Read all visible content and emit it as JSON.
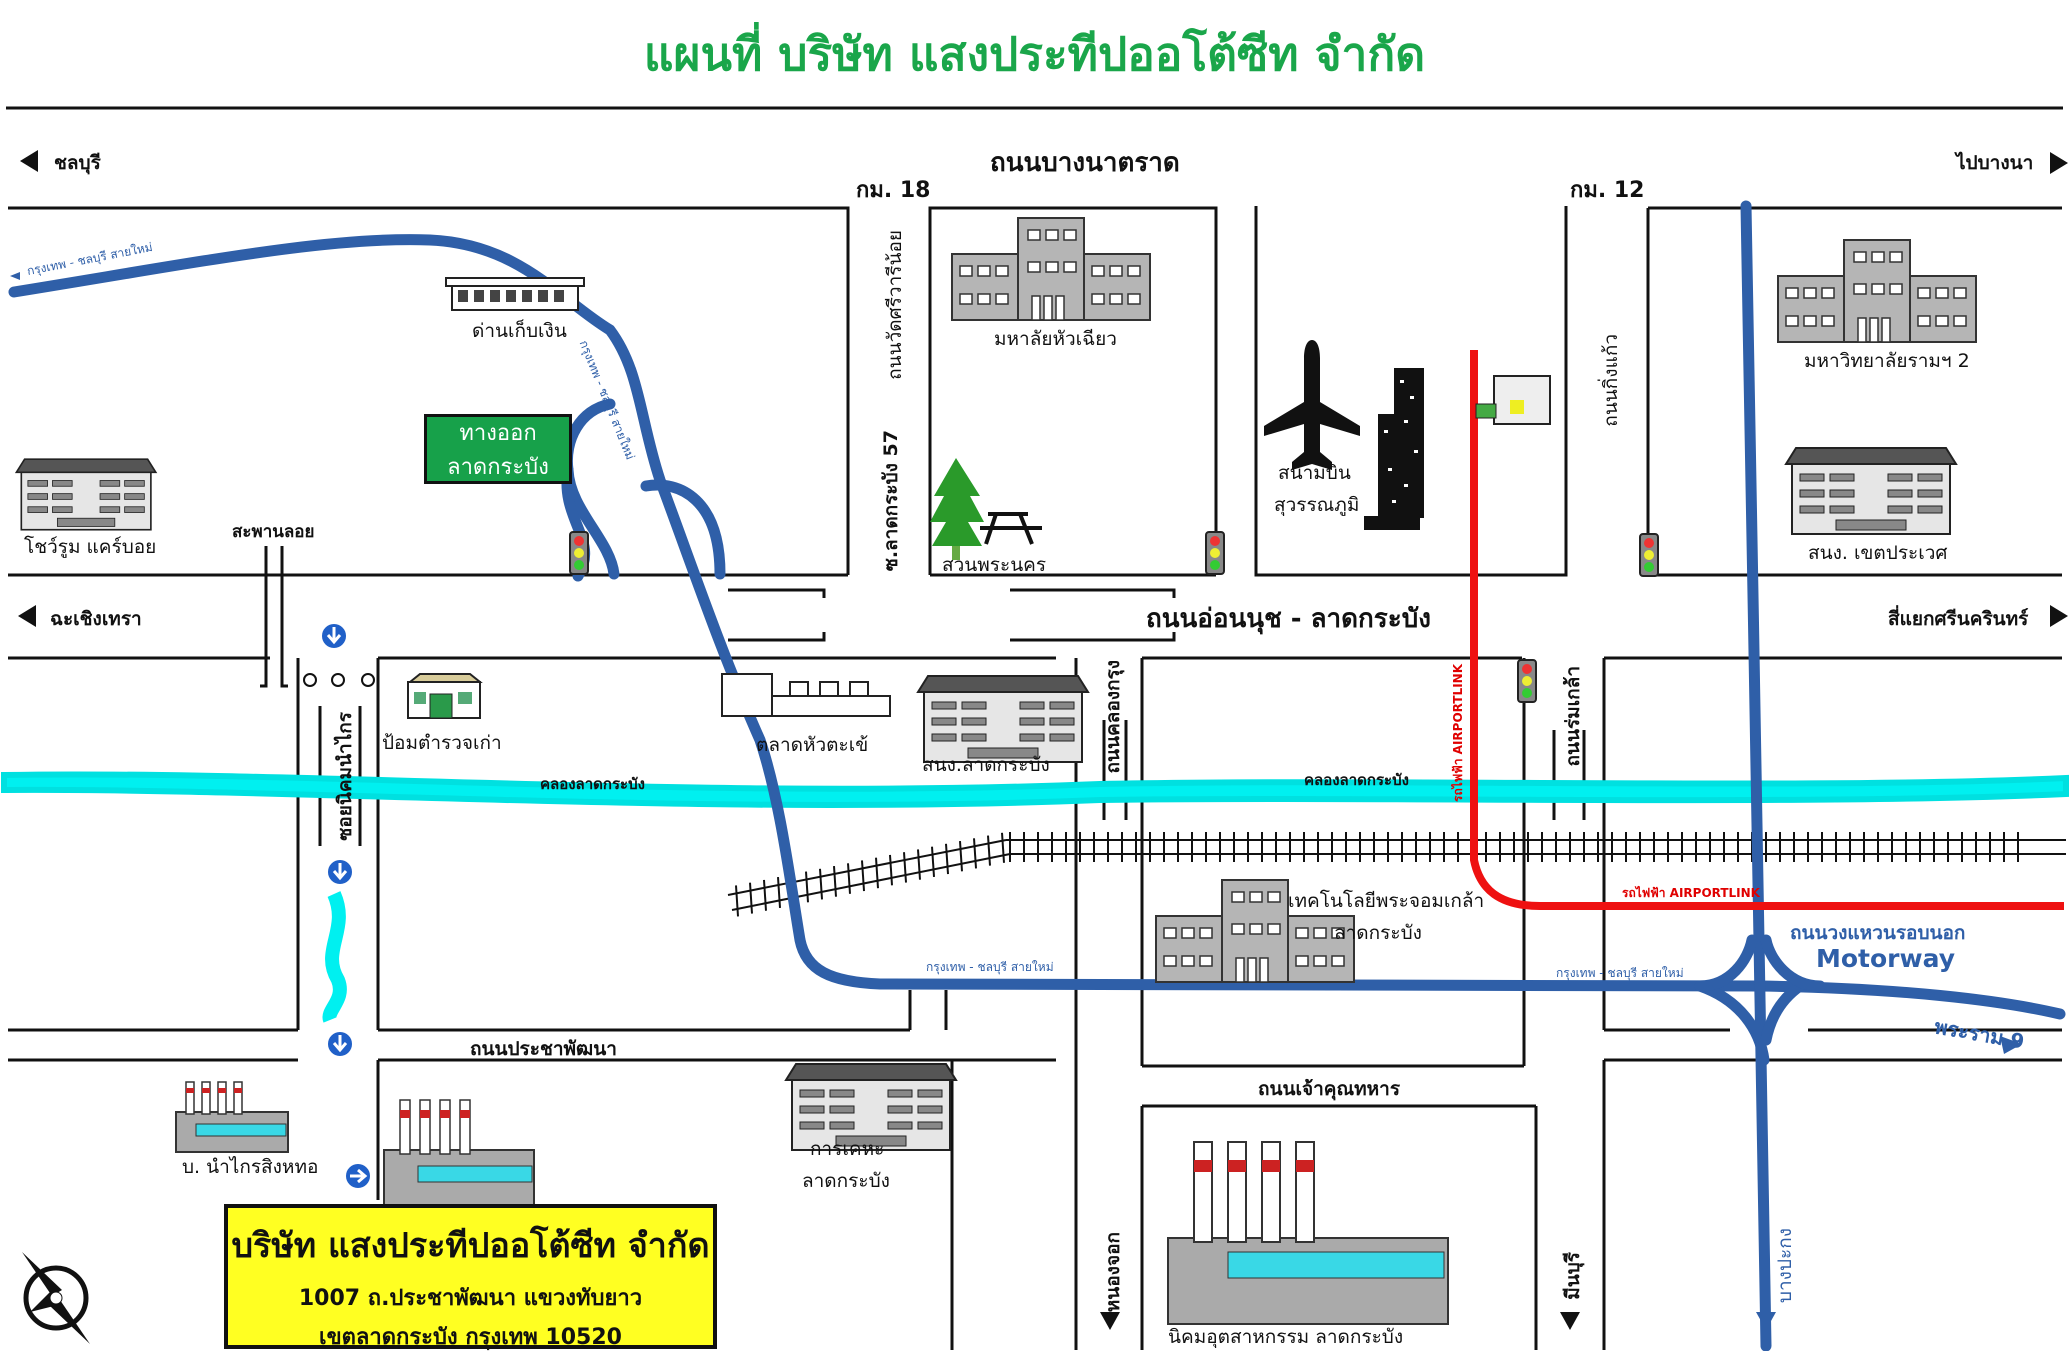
{
  "title": "แผนที่ บริษัท แสงประทีปออโต้ซีท จำกัด",
  "directions": {
    "chonburi": "ชลบุรี",
    "pai_bangna": "ไปบางนา",
    "chachoengsao": "ฉะเชิงเทรา",
    "srinakarin": "สี่แยกศรีนครินทร์"
  },
  "roads": {
    "bangna_trat": "ถนนบางนาตราด",
    "km18": "กม. 18",
    "km12": "กม. 12",
    "wat_sri_wareenoi": "ถนนวัดศรีวารีน้อย",
    "soi_ladkrabang57": "ซ.ลาดกระบัง 57",
    "king_kaew": "ถนนกิ่งแก้ว",
    "onnut_ladkrabang": "ถนนอ่อนนุช - ลาดกระบัง",
    "sapan_loi": "สะพานลอย",
    "soi_nikom": "ซอยนิคมนำไกร",
    "khlong_krung": "ถนนคลองกรุง",
    "rom_klao": "ถนนร่มเกล้า",
    "pracha_phatthana": "ถนนประชาพัฒนา",
    "chao_khun_thahan": "ถนนเจ้าคุณทหาร",
    "nong_chok": "หนองจอก",
    "min_buri": "มีนบุรี",
    "bang_pakong": "บางปะกง",
    "outer_ring": "ถนนวงแหวนรอบนอก",
    "motorway": "Motorway",
    "rama9": "พระราม 9",
    "bkk_chon_new_1": "กรุงเทพ - ชลบุรี สายใหม่",
    "bkk_chon_new_2": "กรุงเทพ - ชลบุรี สายใหม่",
    "bkk_chon_new_3": "กรุงเทพ - ชลบุรี สายใหม่",
    "bkk_chon_new_4": "กรุงเทพ - ชลบุรี สายใหม่",
    "airport_link_v": "รถไฟฟ้า AIRPORTLINK",
    "airport_link_h": "รถไฟฟ้า AIRPORTLINK",
    "canal_1": "คลองลาดกระบัง",
    "canal_2": "คลองลาดกระบัง"
  },
  "places": {
    "toll": "ด่านเก็บเงิน",
    "exit_line1": "ทางออก",
    "exit_line2": "ลาดกระบัง",
    "showroom": "โชว์รูม แคร์บอย",
    "police": "ป้อมตำรวจเก่า",
    "market": "ตลาดหัวตะเข้",
    "huachiew": "มหาลัยหัวเฉียว",
    "park": "สวนพระนคร",
    "airport_1": "สนามบิน",
    "airport_2": "สุวรรณภูมิ",
    "ram2": "มหาวิทยาลัยรามฯ 2",
    "district_prawet": "สนง. เขตประเวศ",
    "district_ladkrabang": "สนง.ลาดกระบัง",
    "kmitl_1": "เทคโนโลยีพระจอมเกล้า",
    "kmitl_2": "ลาดกระบัง",
    "naikrai": "บ. นำไกรสิงหทอ",
    "housing_1": "การเคหะ",
    "housing_2": "ลาดกระบัง",
    "industrial": "นิคมอุตสาหกรรม ลาดกระบัง"
  },
  "company": {
    "name": "บริษัท แสงประทีปออโต้ซีท จำกัด",
    "address_1": "1007 ถ.ประชาพัฒนา แขวงทับยาว",
    "address_2": "เขตลาดกระบัง กรุงเทพ 10520"
  },
  "icons": [
    "airplane-icon",
    "traffic-light-icon",
    "compass-icon",
    "one-way-arrow-icon",
    "factory-icon",
    "building-icon",
    "tree-icon",
    "picnic-table-icon"
  ],
  "colors": {
    "title_green": "#1aa64a",
    "motorway_blue": "#2f5fa8",
    "airport_link_red": "#ee1111",
    "canal_cyan": "#00f0f0",
    "company_box_yellow": "#ffff22"
  }
}
